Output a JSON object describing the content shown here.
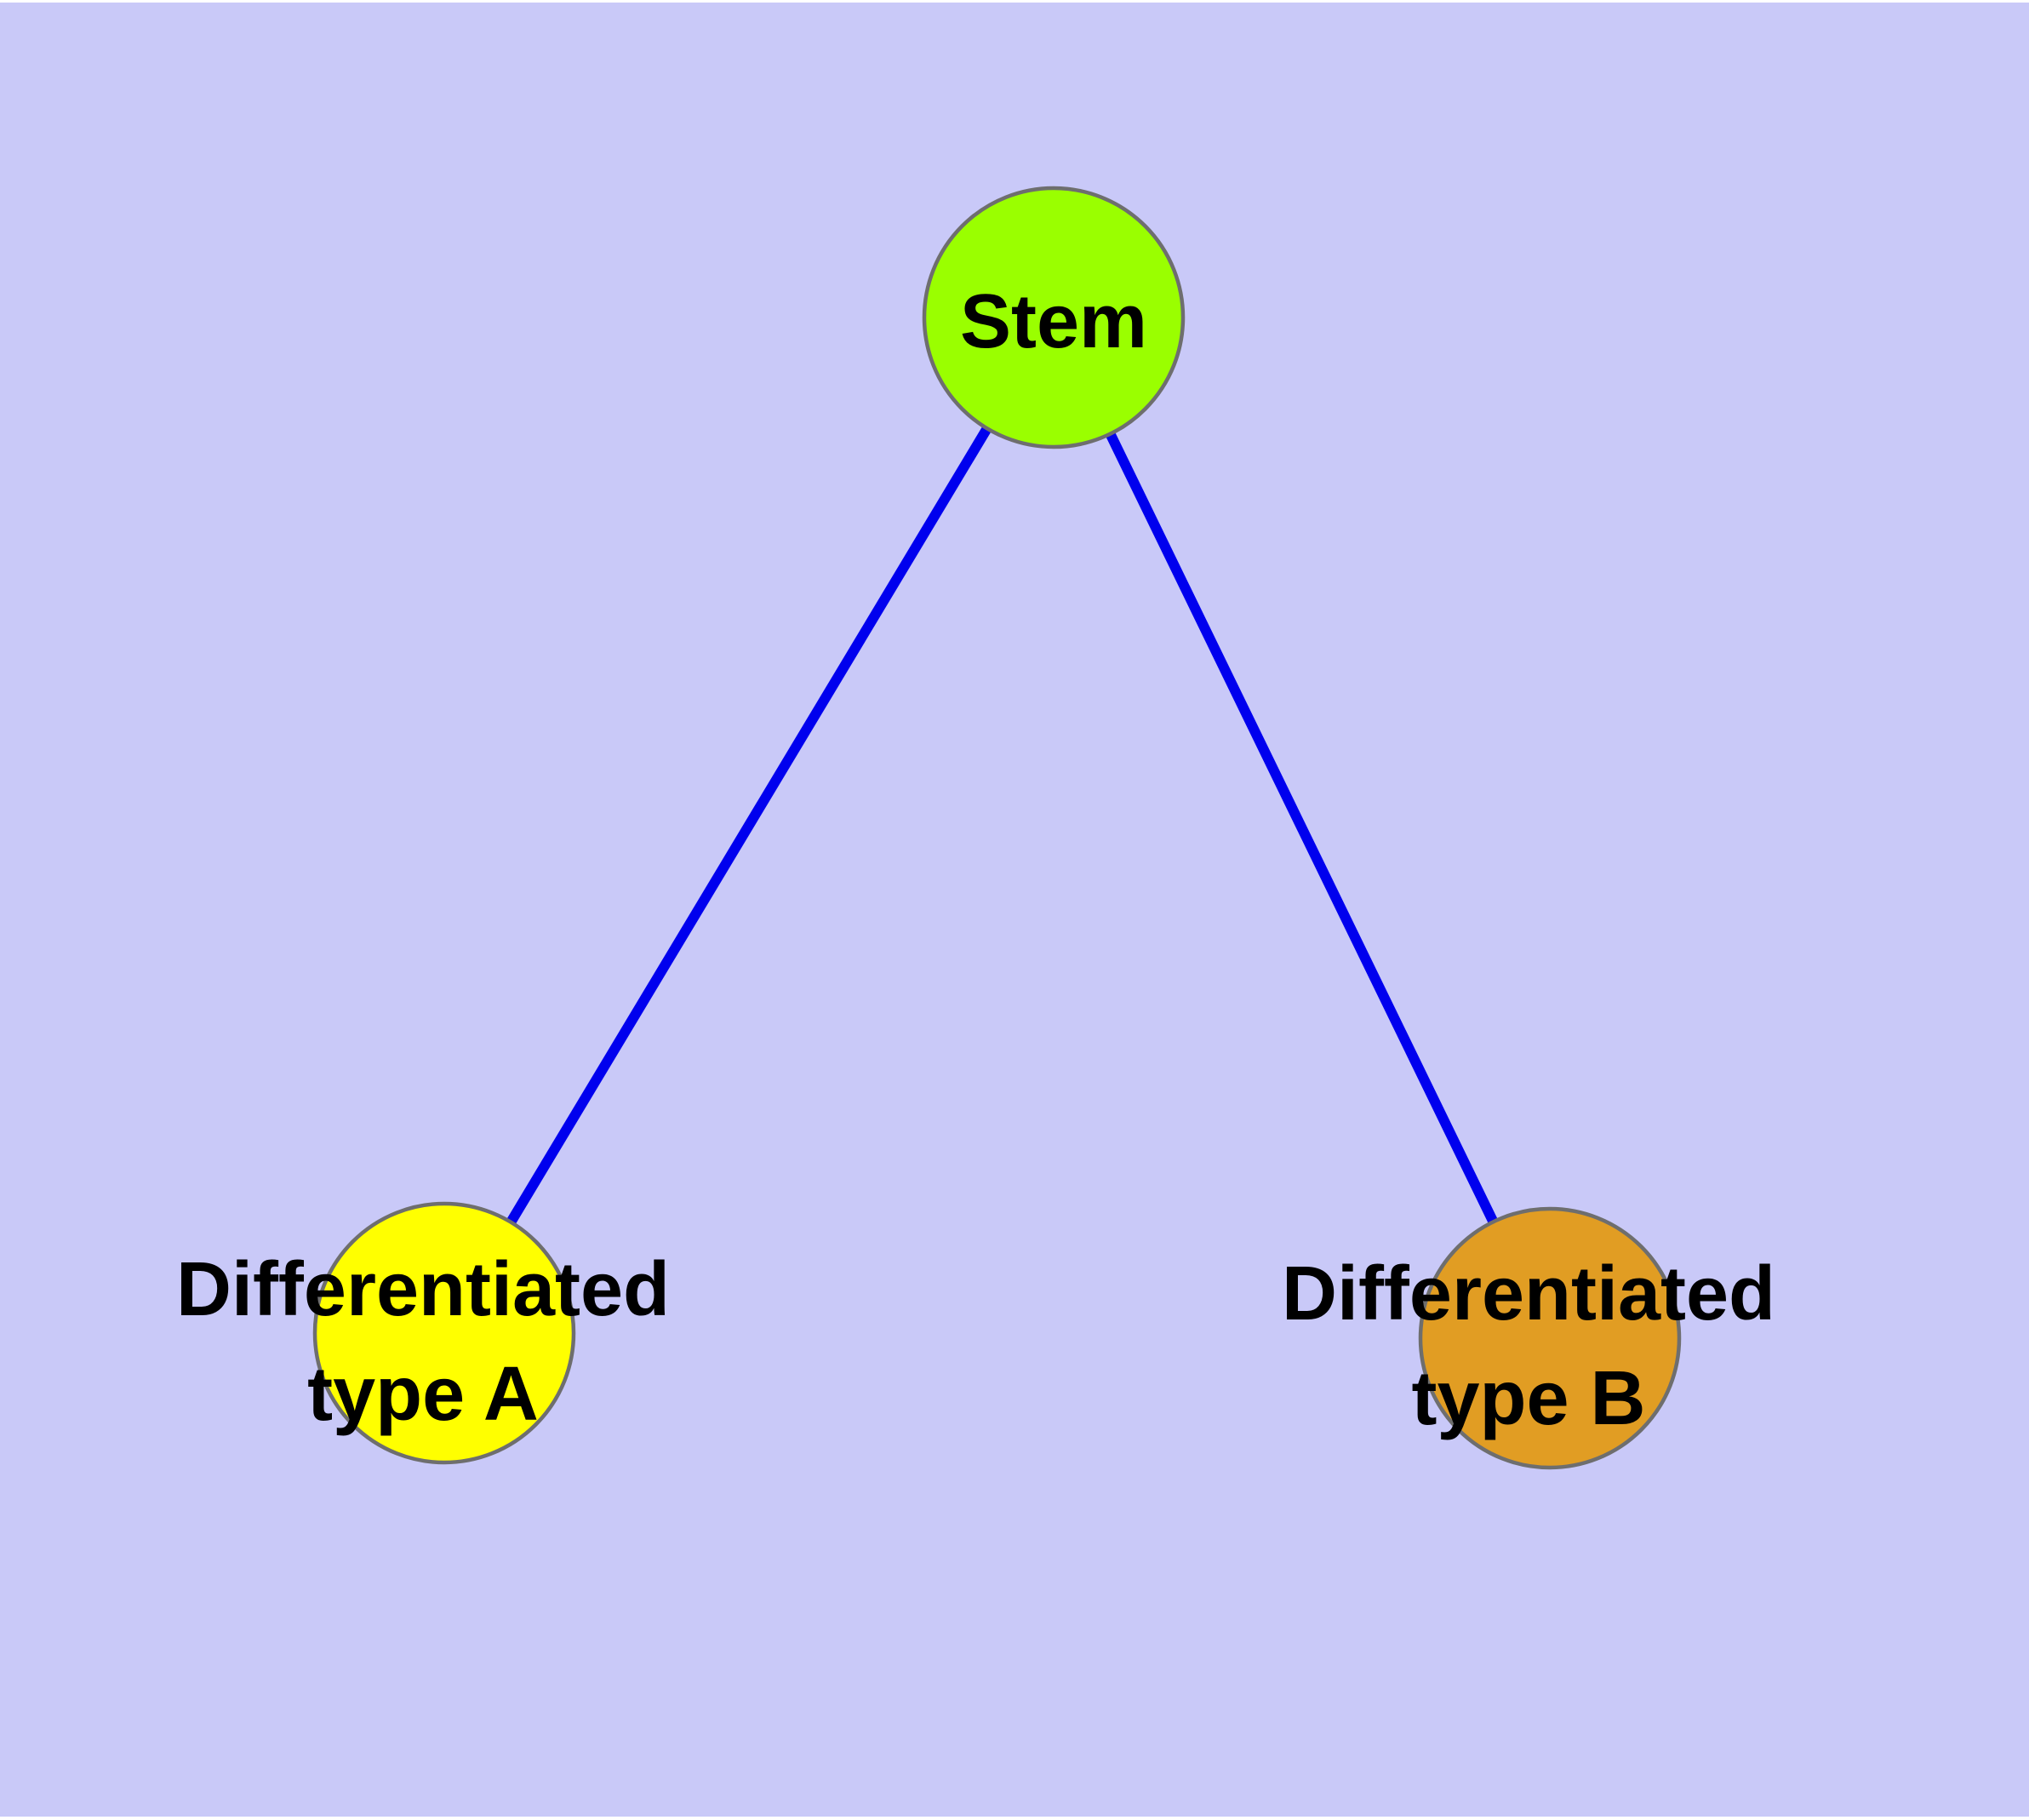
{
  "diagram": {
    "type": "graph",
    "description": "Stem cell differentiation tree: one stem node with two differentiated child nodes",
    "background_color": "#c9c9f8",
    "margin_color": "#ffffff",
    "edge_color": "#0000ee",
    "node_border_color": "#6e6e6e",
    "label_color": "#000000",
    "nodes": [
      {
        "id": "stem",
        "label": "Stem",
        "label_lines": [
          "Stem"
        ],
        "fill": "#9aff00"
      },
      {
        "id": "differentiated-type-a",
        "label": "Differentiated type A",
        "label_lines": [
          "Differentiated",
          "type A"
        ],
        "fill": "#ffff00"
      },
      {
        "id": "differentiated-type-b",
        "label": "Differentiated type B",
        "label_lines": [
          "Differentiated",
          "type B"
        ],
        "fill": "#e19d23"
      }
    ],
    "edges": [
      {
        "from": "stem",
        "to": "differentiated-type-a"
      },
      {
        "from": "stem",
        "to": "differentiated-type-b"
      }
    ]
  }
}
